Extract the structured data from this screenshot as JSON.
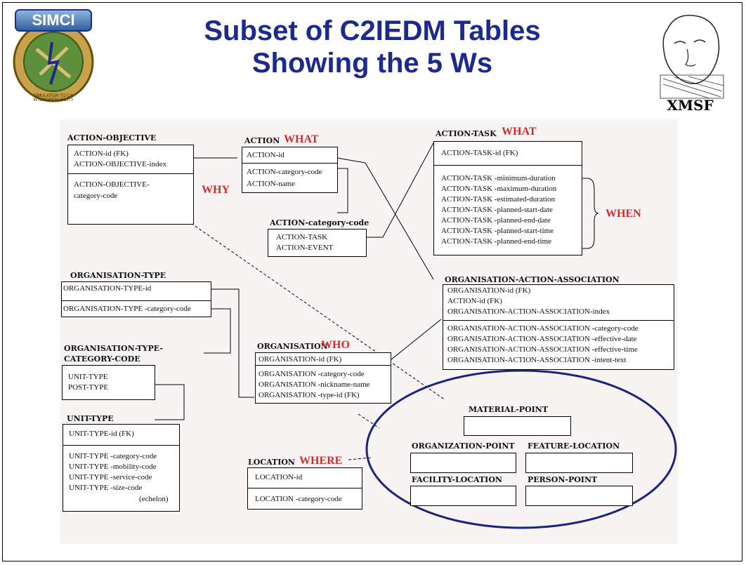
{
  "header": {
    "title_line1": "Subset of C2IEDM Tables",
    "title_line2": "Showing the 5 Ws",
    "left_logo_text": "SIMCI",
    "left_logo_ring_text": "SIMULATION TO C4I INTEROPERABILITY",
    "right_logo_text": "XMSF"
  },
  "colors": {
    "title": "#1b2a8c",
    "w_labels": "#d42a2a",
    "ellipse": "#1a237e"
  },
  "tables": {
    "action_objective": {
      "name": "ACTION-OBJECTIVE",
      "keys": [
        "ACTION-id (FK)",
        "ACTION-OBJECTIVE-index"
      ],
      "attrs": [
        "ACTION-OBJECTIVE-",
        "category-code"
      ]
    },
    "action": {
      "name": "ACTION",
      "keys": [
        "ACTION-id"
      ],
      "attrs": [
        "ACTION-category-code",
        "ACTION-name"
      ]
    },
    "action_category_code": {
      "name": "ACTION-category-code",
      "values": [
        "ACTION-TASK",
        "ACTION-EVENT"
      ]
    },
    "action_task": {
      "name": "ACTION-TASK",
      "keys": [
        "ACTION-TASK-id (FK)"
      ],
      "attrs": [
        "ACTION-TASK -minimum-duration",
        "ACTION-TASK -maximum-duration",
        "ACTION-TASK -estimated-duration",
        "ACTION-TASK -planned-start-date",
        "ACTION-TASK -planned-end-date",
        "ACTION-TASK -planned-start-time",
        "ACTION-TASK -planned-end-time"
      ]
    },
    "organisation_type": {
      "name": "ORGANISATION-TYPE",
      "keys": [
        "ORGANISATION-TYPE-id"
      ],
      "attrs": [
        "ORGANISATION-TYPE -category-code"
      ]
    },
    "organisation_type_category_code": {
      "name_line1": "ORGANISATION-TYPE-",
      "name_line2": "CATEGORY-CODE",
      "values": [
        "UNIT-TYPE",
        "POST-TYPE"
      ]
    },
    "unit_type": {
      "name": "UNIT-TYPE",
      "keys": [
        "UNIT-TYPE-id (FK)"
      ],
      "attrs": [
        "UNIT-TYPE -category-code",
        "UNIT-TYPE -mobility-code",
        "UNIT-TYPE -service-code",
        "UNIT-TYPE -size-code"
      ],
      "note": "(echelon)"
    },
    "organisation": {
      "name": "ORGANISATION",
      "keys": [
        "ORGANISATION-id (FK)"
      ],
      "attrs": [
        "ORGANISATION -category-code",
        "ORGANISATION -nickname-name",
        "ORGANISATION -type-id (FK)"
      ]
    },
    "organisation_action_association": {
      "name": "ORGANISATION-ACTION-ASSOCIATION",
      "keys": [
        "ORGANISATION-id (FK)",
        "ACTION-id (FK)",
        "ORGANISATION-ACTION-ASSOCIATION-index"
      ],
      "attrs": [
        "ORGANISATION-ACTION-ASSOCIATION -category-code",
        "ORGANISATION-ACTION-ASSOCIATION -effective-date",
        "ORGANISATION-ACTION-ASSOCIATION -effective-time",
        "ORGANISATION-ACTION-ASSOCIATION -intent-text"
      ]
    },
    "location": {
      "name": "LOCATION",
      "keys": [
        "LOCATION-id"
      ],
      "attrs": [
        "LOCATION -category-code"
      ]
    }
  },
  "w_labels": {
    "what_action": "WHAT",
    "what_task": "WHAT",
    "why": "WHY",
    "when": "WHEN",
    "who": "WHO",
    "where": "WHERE"
  },
  "location_subtypes": {
    "material": "MATERIAL-POINT",
    "organization": "ORGANIZATION-POINT",
    "feature": "FEATURE-LOCATION",
    "facility": "FACILITY-LOCATION",
    "person": "PERSON-POINT"
  }
}
